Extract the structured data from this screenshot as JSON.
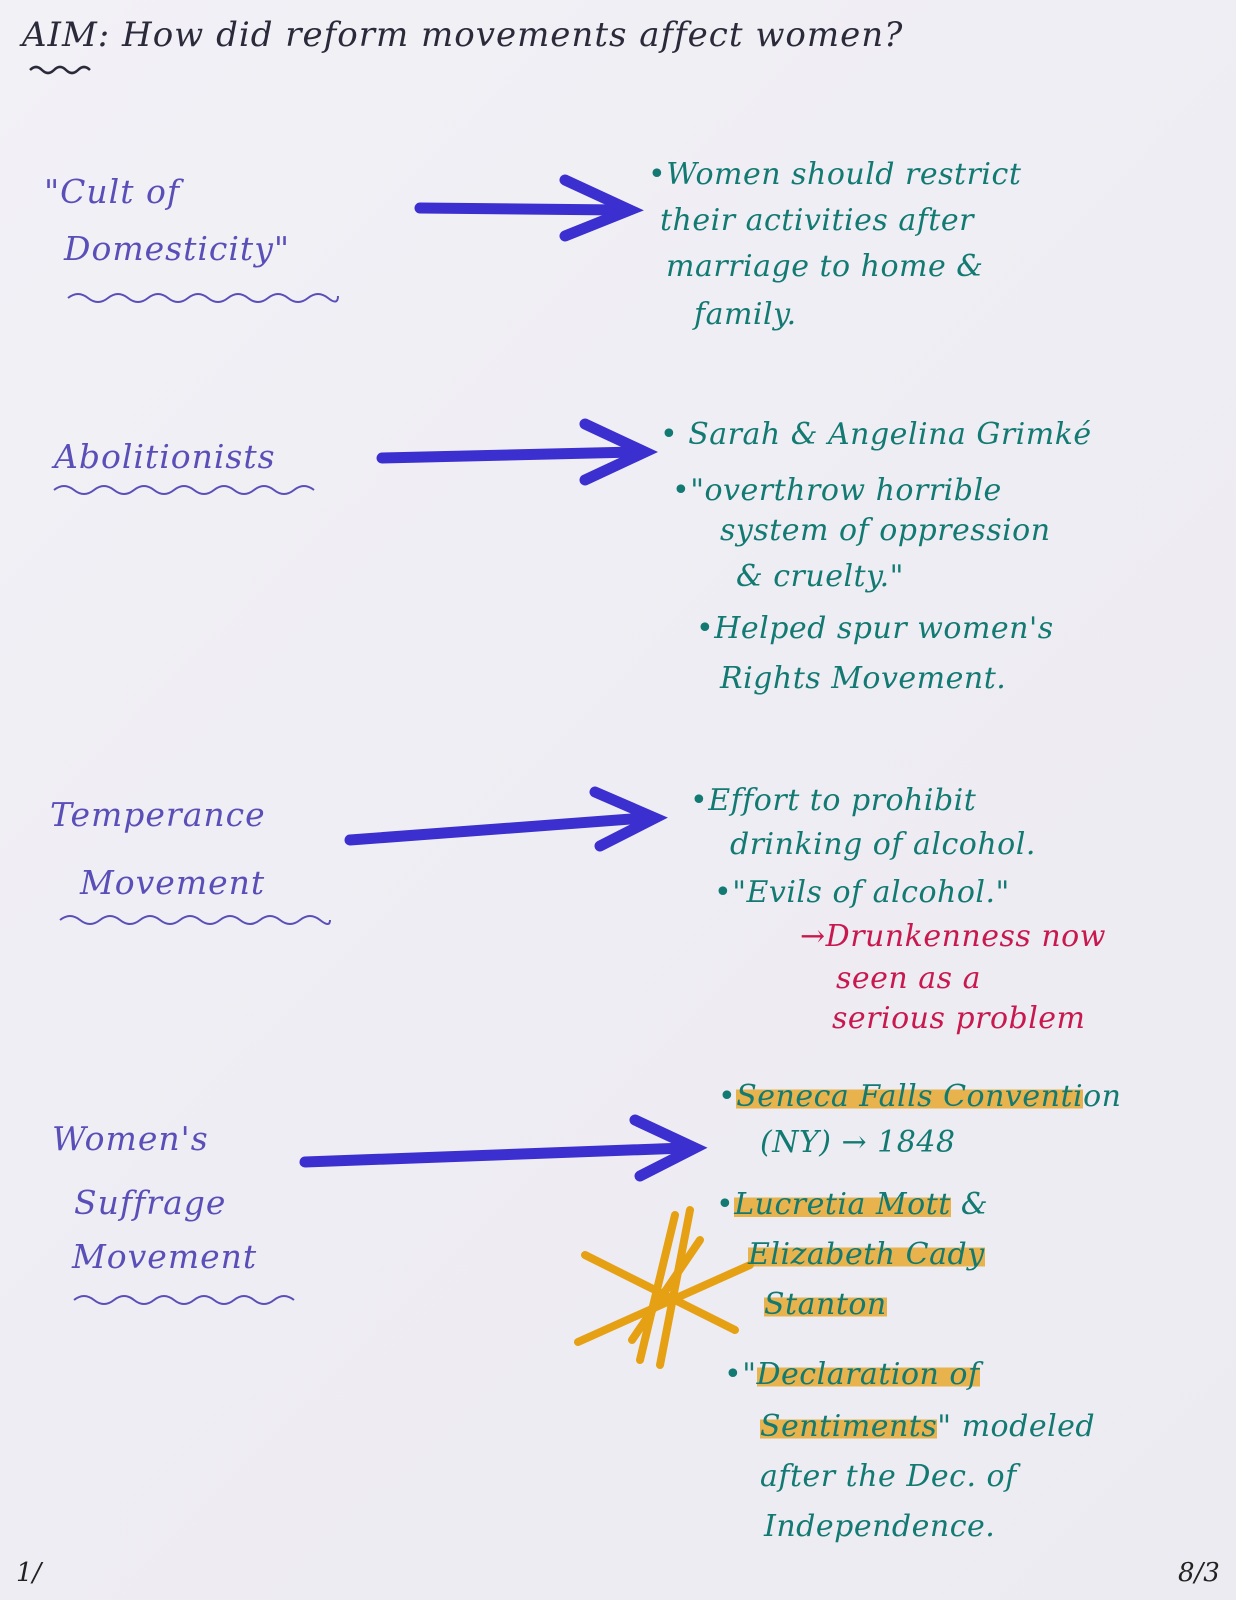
{
  "aim": "AIM: How did reform movements affect women?",
  "sections": [
    {
      "topic": [
        "\"Cult of",
        "Domesticity\""
      ],
      "notes": [
        "•Women should restrict",
        "their activities after",
        "marriage to home &",
        "family."
      ]
    },
    {
      "topic": [
        "Abolitionists"
      ],
      "notes": [
        "• Sarah & Angelina Grimké",
        "•\"overthrow horrible",
        "system of oppression",
        "& cruelty.\"",
        "•Helped spur women's",
        "Rights Movement."
      ]
    },
    {
      "topic": [
        "Temperance",
        "Movement"
      ],
      "notes": [
        "•Effort to prohibit",
        "drinking of alcohol.",
        "•\"Evils of alcohol.\""
      ],
      "subnote": [
        "→Drunkenness now",
        "seen as a",
        "serious problem"
      ]
    },
    {
      "topic": [
        "Women's",
        "Suffrage",
        "Movement"
      ],
      "notes_hl": {
        "seneca": "Seneca Falls Conventi",
        "seneca_end": "on",
        "year": "(NY) → 1848",
        "mott": "Lucretia Mott",
        "amp": " &",
        "elizabeth": "Elizabeth Cady",
        "stanton": "Stanton",
        "declaration": "Declaration of",
        "sentiments": "Sentiments",
        "modeled": "\" modeled",
        "after": "after the Dec. of",
        "independence": "Independence."
      }
    }
  ],
  "footer": {
    "left": "1/",
    "right": "8/3"
  },
  "colors": {
    "topic": "#5a4fb8",
    "note": "#127a72",
    "red": "#c8184e",
    "highlight": "#e6a014",
    "arrow": "#3b2fd0"
  }
}
